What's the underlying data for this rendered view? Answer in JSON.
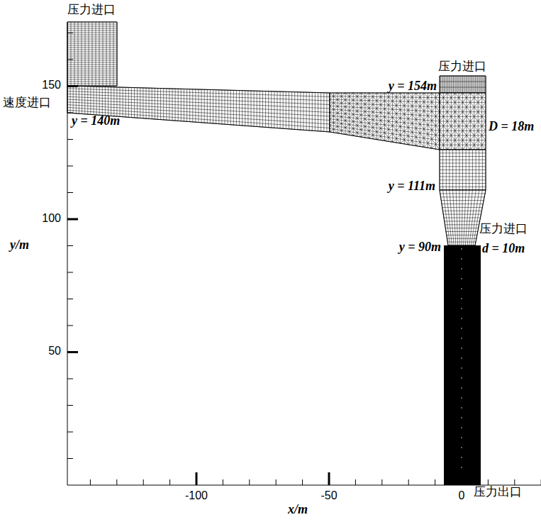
{
  "diagram": {
    "labels": [
      "压力进口",
      "压力进口",
      "y = 154m",
      "150",
      "速度进口",
      "y = 140m",
      "D = 18m",
      "y = 111m",
      "100",
      "y/m",
      "压力进口",
      "y = 90m",
      "d = 10m",
      "50",
      "-100",
      "-50",
      "0",
      "压力出口",
      "x/m"
    ]
  }
}
